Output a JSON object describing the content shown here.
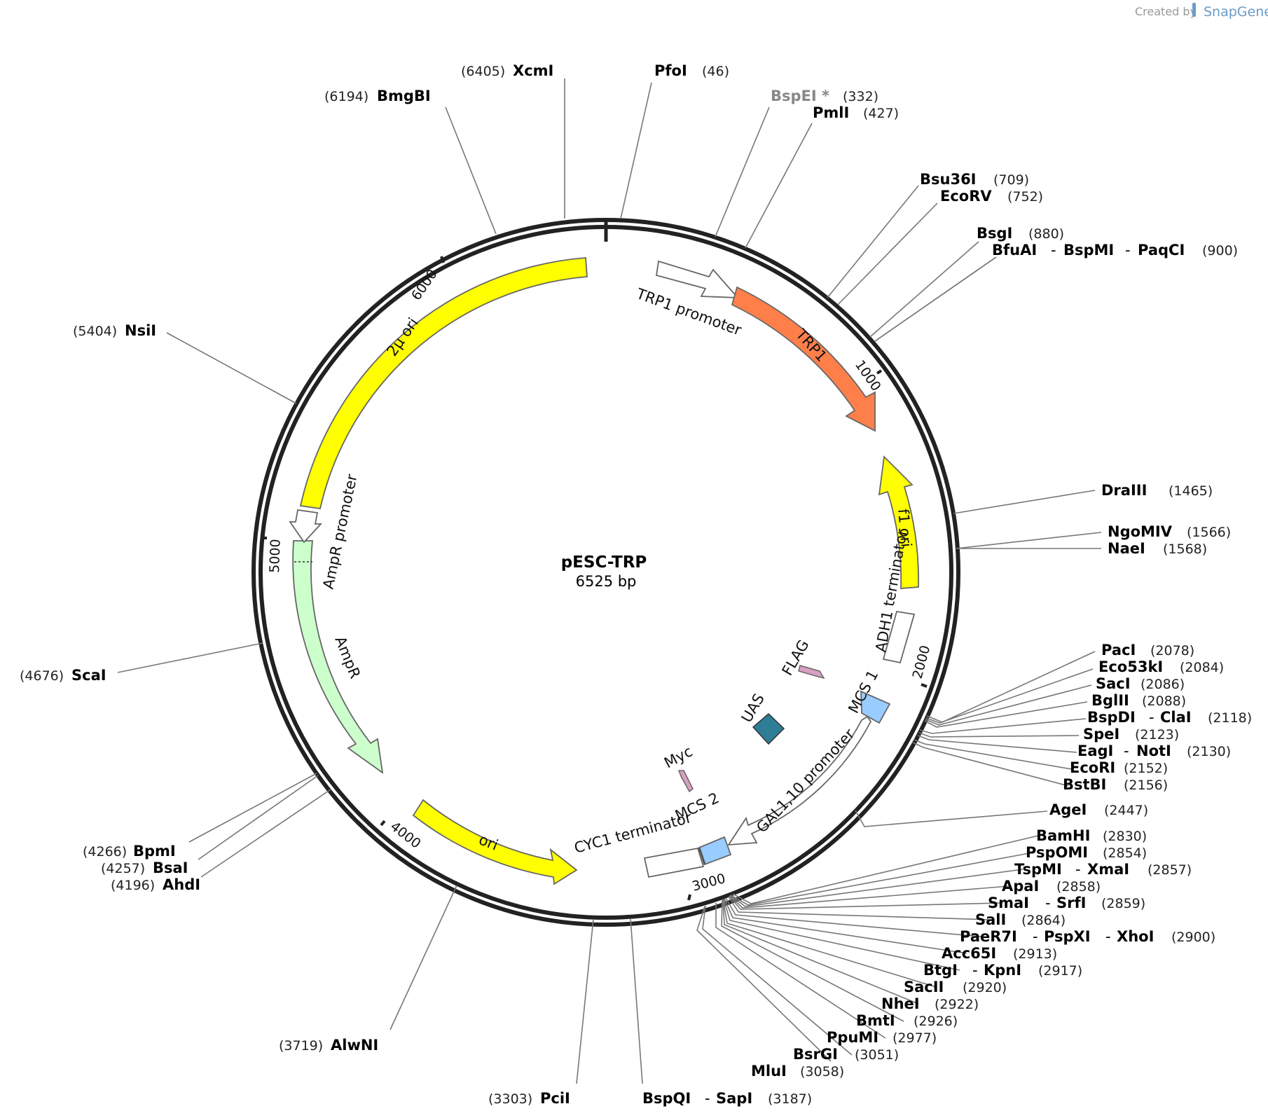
{
  "credit": {
    "created_by": "Created by",
    "brand": "SnapGene"
  },
  "plasmid": {
    "name": "pESC-TRP",
    "length": "6525 bp"
  },
  "ticks": [
    "1000",
    "2000",
    "3000",
    "4000",
    "5000",
    "6000"
  ],
  "features": [
    {
      "label": "TRP1 promoter",
      "color": "#ffffff"
    },
    {
      "label": "TRP1",
      "color": "#ff7f4a"
    },
    {
      "label": "f1 ori",
      "color": "#ffff00"
    },
    {
      "label": "ADH1 terminator",
      "color": "#ffffff"
    },
    {
      "label": "FLAG",
      "color": "#d7a0c0"
    },
    {
      "label": "MCS 1",
      "color": "#99ccff"
    },
    {
      "label": "UAS",
      "color": "#2e7d96"
    },
    {
      "label": "GAL1,10 promoter",
      "color": "#ffffff"
    },
    {
      "label": "Myc",
      "color": "#d7a0c0"
    },
    {
      "label": "MCS 2",
      "color": "#99ccff"
    },
    {
      "label": "CYC1 terminator",
      "color": "#ffffff"
    },
    {
      "label": "ori",
      "color": "#ffff00"
    },
    {
      "label": "AmpR",
      "color": "#ccffcc"
    },
    {
      "label": "AmpR promoter",
      "color": "#ffffff"
    },
    {
      "label": "2μ ori",
      "color": "#ffff00"
    }
  ],
  "sites": [
    {
      "names": [
        "XcmI"
      ],
      "pos": "(6405)"
    },
    {
      "names": [
        "PfoI"
      ],
      "pos": "(46)"
    },
    {
      "names": [
        "BmgBI"
      ],
      "pos": "(6194)"
    },
    {
      "names": [
        "BspEI *"
      ],
      "pos": "(332)",
      "gray": true
    },
    {
      "names": [
        "PmlI"
      ],
      "pos": "(427)"
    },
    {
      "names": [
        "Bsu36I"
      ],
      "pos": "(709)"
    },
    {
      "names": [
        "EcoRV"
      ],
      "pos": "(752)"
    },
    {
      "names": [
        "BsgI"
      ],
      "pos": "(880)"
    },
    {
      "names": [
        "BfuAI",
        "BspMI",
        "PaqCI"
      ],
      "pos": "(900)"
    },
    {
      "names": [
        "NsiI"
      ],
      "pos": "(5404)"
    },
    {
      "names": [
        "DraIII"
      ],
      "pos": "(1465)"
    },
    {
      "names": [
        "NgoMIV"
      ],
      "pos": "(1566)"
    },
    {
      "names": [
        "NaeI"
      ],
      "pos": "(1568)"
    },
    {
      "names": [
        "ScaI"
      ],
      "pos": "(4676)"
    },
    {
      "names": [
        "PacI"
      ],
      "pos": "(2078)"
    },
    {
      "names": [
        "Eco53kI"
      ],
      "pos": "(2084)"
    },
    {
      "names": [
        "SacI"
      ],
      "pos": "(2086)"
    },
    {
      "names": [
        "BglII"
      ],
      "pos": "(2088)"
    },
    {
      "names": [
        "BspDI",
        "ClaI"
      ],
      "pos": "(2118)"
    },
    {
      "names": [
        "SpeI"
      ],
      "pos": "(2123)"
    },
    {
      "names": [
        "EagI",
        "NotI"
      ],
      "pos": "(2130)"
    },
    {
      "names": [
        "EcoRI"
      ],
      "pos": "(2152)"
    },
    {
      "names": [
        "BstBI"
      ],
      "pos": "(2156)"
    },
    {
      "names": [
        "AgeI"
      ],
      "pos": "(2447)"
    },
    {
      "names": [
        "BamHI"
      ],
      "pos": "(2830)"
    },
    {
      "names": [
        "PspOMI"
      ],
      "pos": "(2854)"
    },
    {
      "names": [
        "TspMI",
        "XmaI"
      ],
      "pos": "(2857)"
    },
    {
      "names": [
        "ApaI"
      ],
      "pos": "(2858)"
    },
    {
      "names": [
        "SmaI",
        "SrfI"
      ],
      "pos": "(2859)"
    },
    {
      "names": [
        "SalI"
      ],
      "pos": "(2864)"
    },
    {
      "names": [
        "PaeR7I",
        "PspXI",
        "XhoI"
      ],
      "pos": "(2900)"
    },
    {
      "names": [
        "Acc65I"
      ],
      "pos": "(2913)"
    },
    {
      "names": [
        "BtgI",
        "KpnI"
      ],
      "pos": "(2917)"
    },
    {
      "names": [
        "SacII"
      ],
      "pos": "(2920)"
    },
    {
      "names": [
        "NheI"
      ],
      "pos": "(2922)"
    },
    {
      "names": [
        "BmtI"
      ],
      "pos": "(2926)"
    },
    {
      "names": [
        "PpuMI"
      ],
      "pos": "(2977)"
    },
    {
      "names": [
        "BsrGI"
      ],
      "pos": "(3051)"
    },
    {
      "names": [
        "MluI"
      ],
      "pos": "(3058)"
    },
    {
      "names": [
        "BpmI"
      ],
      "pos": "(4266)"
    },
    {
      "names": [
        "BsaI"
      ],
      "pos": "(4257)"
    },
    {
      "names": [
        "AhdI"
      ],
      "pos": "(4196)"
    },
    {
      "names": [
        "AlwNI"
      ],
      "pos": "(3719)"
    },
    {
      "names": [
        "PciI"
      ],
      "pos": "(3303)"
    },
    {
      "names": [
        "BspQI",
        "SapI"
      ],
      "pos": "(3187)"
    }
  ]
}
